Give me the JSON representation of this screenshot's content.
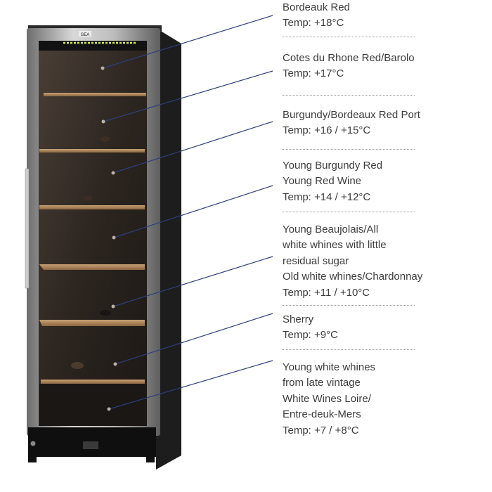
{
  "brand": "GEA",
  "colors": {
    "text": "#3c3c3c",
    "leader_line": "#2d3f7a",
    "dot": "#b9b1a4",
    "separator": "#9a9a9a"
  },
  "zones": [
    {
      "name": "Bordeauk Red",
      "temp": "Temp: +18°C"
    },
    {
      "name": "Cotes du Rhone Red/Barolo",
      "temp": "Temp: +17°C"
    },
    {
      "name": "Burgundy/Bordeaux Red Port",
      "temp": "Temp: +16 / +15°C"
    },
    {
      "name_lines": [
        "Young Burgundy Red",
        "Young Red Wine"
      ],
      "temp": "Temp: +14 / +12°C"
    },
    {
      "name_lines": [
        "Young Beaujolais/All",
        "white whines with little",
        "residual sugar",
        "Old white whines/Chardonnay"
      ],
      "temp": "Temp: +11 / +10°C"
    },
    {
      "name": "Sherry",
      "temp": "Temp: +9°C"
    },
    {
      "name_lines": [
        "Young white whines",
        "from late vintage",
        "White Wines Loire/",
        "Entre-deuk-Mers"
      ],
      "temp": "Temp: +7 / +8°C"
    }
  ]
}
